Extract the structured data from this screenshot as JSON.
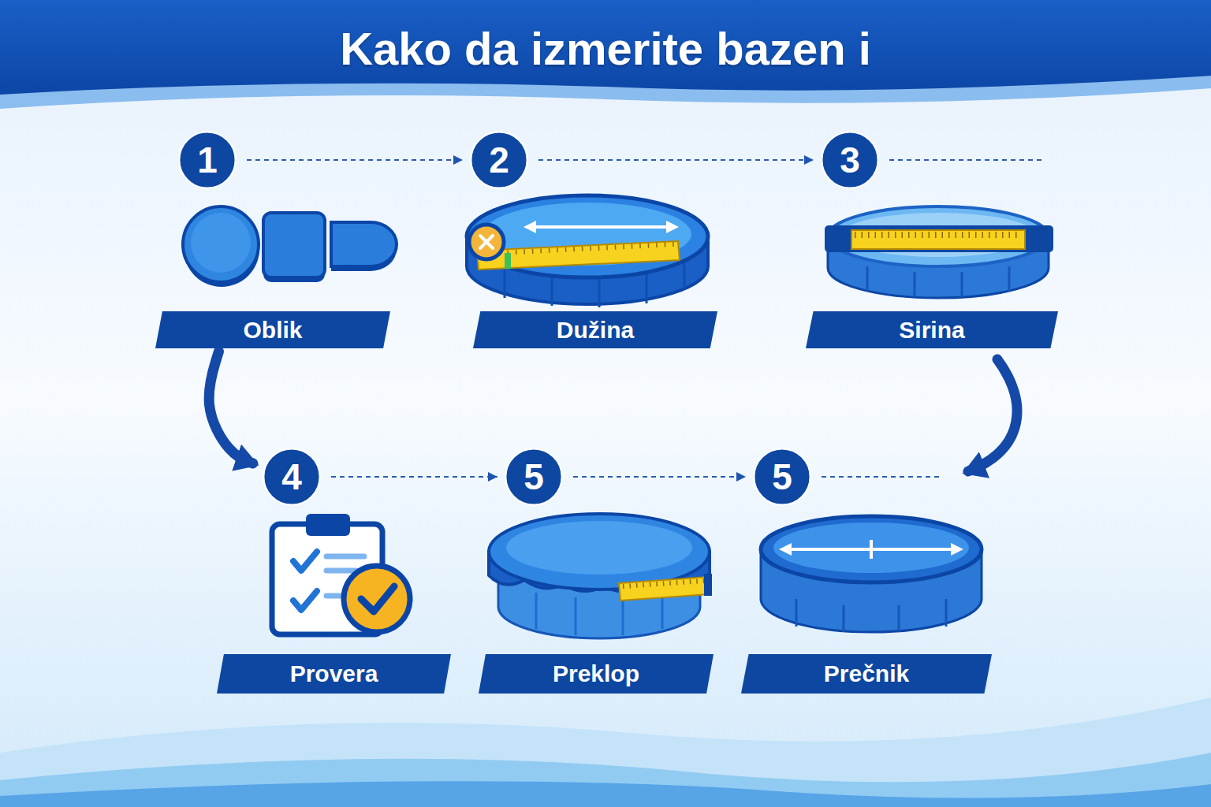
{
  "diagram": {
    "title": "Kako da izmerite bazen i",
    "nodes": [
      {
        "text": [
          "1"
        ]
      },
      {
        "text": [
          "2"
        ]
      },
      {
        "text": [
          "3"
        ]
      },
      {
        "text": [
          "Oblik"
        ]
      },
      {
        "text": [
          "Dužina"
        ]
      },
      {
        "text": [
          "Sirina"
        ]
      },
      {
        "text": [
          "4"
        ]
      },
      {
        "text": [
          "5"
        ]
      },
      {
        "text": [
          "5"
        ]
      },
      {
        "text": [
          "Provera"
        ]
      },
      {
        "text": [
          "Preklop"
        ]
      },
      {
        "text": [
          "Prečnik"
        ]
      }
    ],
    "edges": [
      {
        "from": 0,
        "to": 1,
        "arrow": "to"
      },
      {
        "from": 1,
        "to": 2,
        "arrow": "to"
      },
      {
        "from": 3,
        "to": 6,
        "arrow": "to"
      },
      {
        "from": 6,
        "to": 7,
        "arrow": "to"
      },
      {
        "from": 7,
        "to": 8,
        "arrow": "to"
      }
    ]
  }
}
